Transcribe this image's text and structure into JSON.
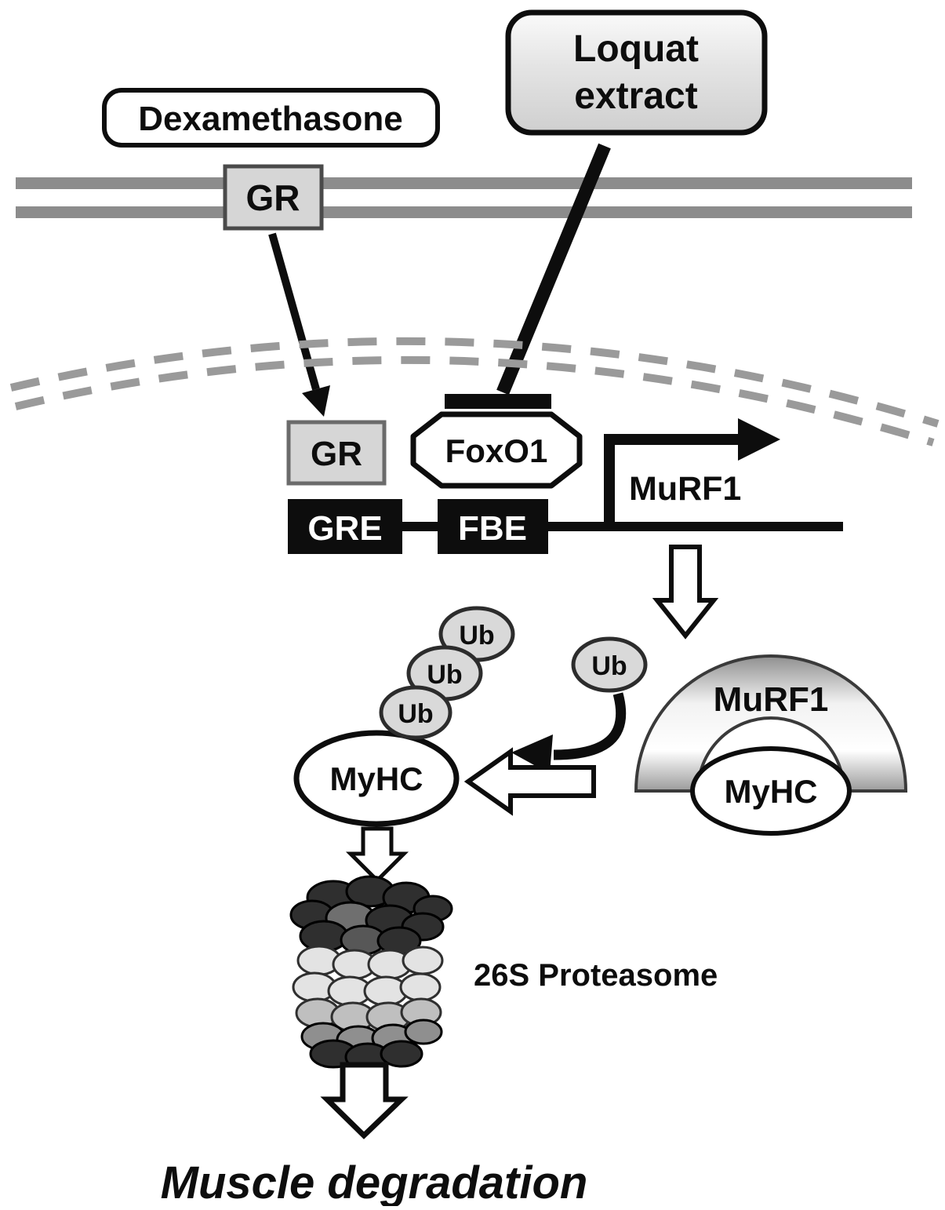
{
  "figure": {
    "type": "signaling-pathway-diagram",
    "proteasome_label": "26S Proteasome",
    "outcome_label": "Muscle degradation"
  },
  "nodes": {
    "dexamethasone": "Dexamethasone",
    "loquat_extract_line1": "Loquat",
    "loquat_extract_line2": "extract",
    "gr_membrane": "GR",
    "gr_nuclear": "GR",
    "foxo1": "FoxO1",
    "gre": "GRE",
    "fbe": "FBE",
    "murf1_gene": "MuRF1",
    "murf1_ligase": "MuRF1",
    "myhc_substrate": "MyHC",
    "myhc_ubiquitinated": "MyHC",
    "ub_1": "Ub",
    "ub_2": "Ub",
    "ub_3": "Ub",
    "ub_free": "Ub"
  },
  "colors": {
    "membrane_gray": "#8c8c8c",
    "nuclear_membrane_gray": "#9a9a9a",
    "gr_box_fill": "#d6d6d6",
    "dna_element_black": "#0d0d0d",
    "ub_fill": "#d9d9d9",
    "loquat_fill_light": "#fafafa",
    "loquat_fill_dark": "#cfcfcf",
    "proteasome_dark": "#2f2f2f",
    "proteasome_light": "#e3e3e3"
  }
}
